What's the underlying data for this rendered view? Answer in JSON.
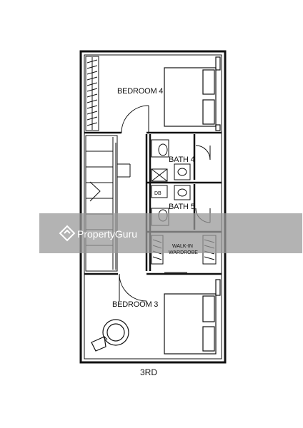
{
  "rooms": {
    "bedroom4": "BEDROOM 4",
    "bedroom3": "BEDROOM 3",
    "bath4": "BATH 4",
    "bath5": "BATH 5",
    "walkin_line1": "WALK-IN",
    "walkin_line2": "WARDROBE",
    "db": "DB"
  },
  "level": "3RD",
  "watermark": {
    "text": "PropertyGuru"
  },
  "colors": {
    "wall": "#111111",
    "watermark_band": "#9a9a9a"
  }
}
